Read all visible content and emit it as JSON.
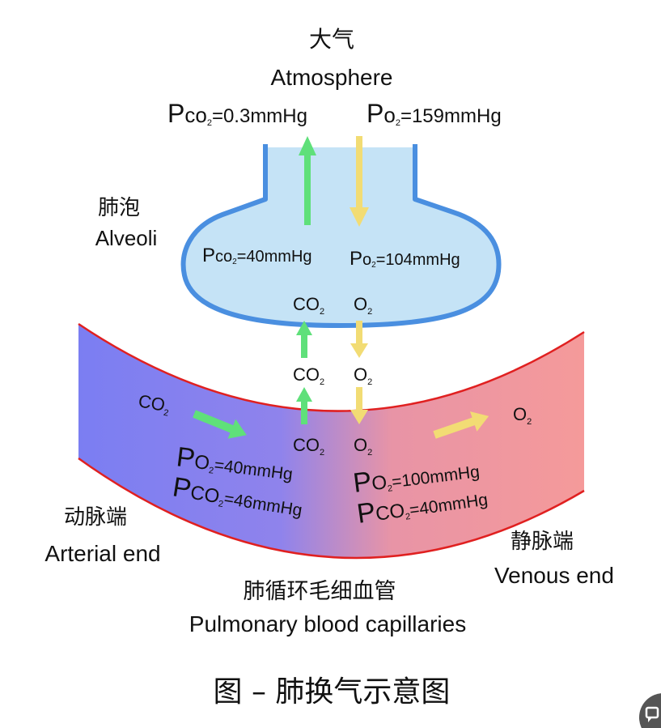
{
  "atmosphere": {
    "label_cn": "大气",
    "label_en": "Atmosphere",
    "pco2": {
      "big": "P",
      "small": "co",
      "sub": "2",
      "value": "=0.3mmHg"
    },
    "po2": {
      "big": "P",
      "small": "o",
      "sub": "2",
      "value": "=159mmHg"
    }
  },
  "alveoli": {
    "label_cn": "肺泡",
    "label_en": "Alveoli",
    "pco2": {
      "big": "P",
      "small": "co",
      "sub": "2",
      "value": "=40mmHg"
    },
    "po2": {
      "big": "P",
      "small": "o",
      "sub": "2",
      "value": "=104mmHg"
    }
  },
  "gas": {
    "co2": "CO",
    "o2": "O",
    "sub": "2"
  },
  "arterial": {
    "label_cn": "动脉端",
    "label_en": "Arterial end",
    "po2": {
      "big": "P",
      "small": "O",
      "sub": "2",
      "value": "=40mmHg"
    },
    "pco2": {
      "big": "P",
      "small": "CO",
      "sub": "2",
      "value": "=46mmHg"
    }
  },
  "venous": {
    "label_cn": "静脉端",
    "label_en": "Venous end",
    "po2": {
      "big": "P",
      "small": "O",
      "sub": "2",
      "value": "=100mmHg"
    },
    "pco2": {
      "big": "P",
      "small": "CO",
      "sub": "2",
      "value": "=40mmHg"
    }
  },
  "capillary": {
    "label_cn": "肺循环毛细血管",
    "label_en": "Pulmonary blood capillaries"
  },
  "caption": "图 – 肺换气示意图",
  "colors": {
    "alveoli_fill": "#c5e3f6",
    "alveoli_stroke": "#4a8fe0",
    "vessel_arterial": "#7b7ef2",
    "vessel_venous": "#f59a9a",
    "vessel_stroke": "#e02020",
    "co2_arrow": "#5fe07a",
    "o2_arrow": "#f2dc74"
  },
  "corner_icon": "chat-icon"
}
